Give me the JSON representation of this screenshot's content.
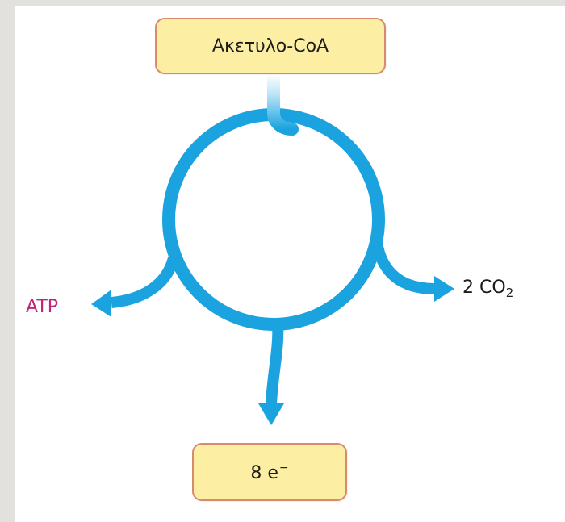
{
  "diagram": {
    "input_box": {
      "label": "Ακετυλο-CoA"
    },
    "output_box": {
      "number": "8",
      "symbol": "e",
      "charge": "−"
    },
    "outputs": {
      "atp": "ATP",
      "co2": {
        "coefficient": "2",
        "formula": "CO",
        "subscript": "2"
      }
    }
  },
  "colors": {
    "cycle": "#1aa3df",
    "box_fill": "#fcefa3",
    "box_border": "#d98a6c",
    "atp_text": "#c0257a",
    "text": "#1c1c1c",
    "background": "#e3e1dd"
  }
}
